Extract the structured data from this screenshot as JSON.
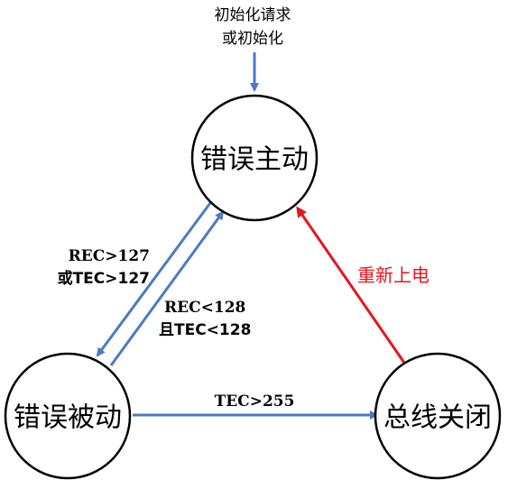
{
  "colors": {
    "blue_arrow": "#4a7bc4",
    "red_arrow": "#e8141c",
    "node_stroke": "#000000"
  },
  "nodes": {
    "error_active": "错误主动",
    "error_passive": "错误被动",
    "bus_off": "总线关闭"
  },
  "init": {
    "line1": "初始化请求",
    "line2": "或初始化"
  },
  "edges": {
    "active_to_passive": {
      "line1": "REC>127",
      "line2": "或TEC>127"
    },
    "passive_to_active": {
      "line1": "REC<128",
      "line2": "且TEC<128"
    },
    "passive_to_busoff": "TEC>255",
    "busoff_to_active": "重新上电"
  }
}
